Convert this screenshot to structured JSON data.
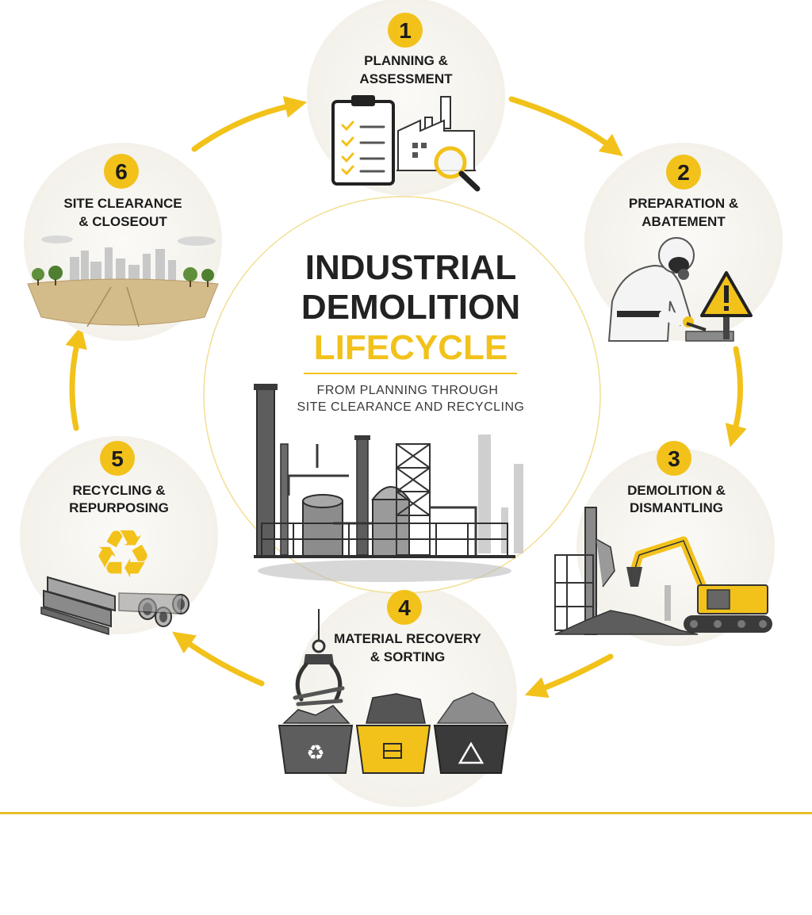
{
  "title": {
    "line1": "INDUSTRIAL",
    "line2": "DEMOLITION",
    "line3": "LIFECYCLE"
  },
  "subtitle": {
    "line1": "FROM PLANNING THROUGH",
    "line2": "SITE CLEARANCE AND RECYCLING"
  },
  "colors": {
    "accent": "#F2C21B",
    "dark": "#1C1C1C",
    "step_bg": "#F7F6F1"
  },
  "steps": [
    {
      "number": "1",
      "title_line1": "PLANNING &",
      "title_line2": "ASSESSMENT",
      "icon": "clipboard-checklist-and-factory-magnifier-icon"
    },
    {
      "number": "2",
      "title_line1": "PREPARATION &",
      "title_line2": "ABATEMENT",
      "icon": "hazmat-worker-warning-sign-icon"
    },
    {
      "number": "3",
      "title_line1": "DEMOLITION &",
      "title_line2": "DISMANTLING",
      "icon": "excavator-demolishing-building-icon"
    },
    {
      "number": "4",
      "title_line1": "MATERIAL RECOVERY",
      "title_line2": "& SORTING",
      "icon": "grapple-and-sorting-bins-icon"
    },
    {
      "number": "5",
      "title_line1": "RECYCLING &",
      "title_line2": "REPURPOSING",
      "icon": "recycle-symbol-and-steel-beams-icon"
    },
    {
      "number": "6",
      "title_line1": "SITE CLEARANCE",
      "title_line2": "& CLOSEOUT",
      "icon": "cleared-land-city-skyline-icon"
    }
  ]
}
